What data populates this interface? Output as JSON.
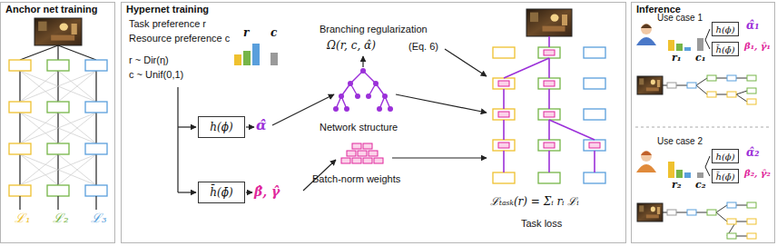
{
  "diagram": {
    "nodes": [
      {
        "text": [
          "Anchor net training"
        ]
      },
      {
        "text": [
          "Hypernet training"
        ]
      },
      {
        "text": [
          "h(ϕ)"
        ],
        "in": 1
      },
      {
        "text": [
          "h̄(ϕ̄)"
        ],
        "in": 1
      },
      {
        "text": [
          "Inference"
        ]
      },
      {
        "text": [
          "h(ϕ)"
        ],
        "in": 4
      },
      {
        "text": [
          "h̄(ϕ̄)"
        ],
        "in": 4
      },
      {
        "text": [
          "h(ϕ)"
        ],
        "in": 4
      },
      {
        "text": [
          "h̄(ϕ̄)"
        ],
        "in": 4
      }
    ],
    "labels": [
      "ℒ₁",
      "ℒ₂",
      "ℒ₃",
      "Task preference r",
      "Resource preference c",
      "r ~ Dir(η)",
      "c ~ Unif(0,1)",
      "r",
      "c",
      "α̂",
      "β̂, γ̂",
      "Branching regularization",
      "Ω(r, c, α̂)",
      "(Eq. 6)",
      "Network structure",
      "Batch-norm weights",
      "ℒₜₐₛₖ(r) = Σᵢ rᵢ ℒᵢ",
      "Task loss",
      "Use case 1",
      "r₁",
      "c₁",
      "α̂₁",
      "β̂₁, γ̂₁",
      "Use case 2",
      "r₂",
      "c₂",
      "α̂₂",
      "β̂₂, γ̂₂"
    ]
  }
}
